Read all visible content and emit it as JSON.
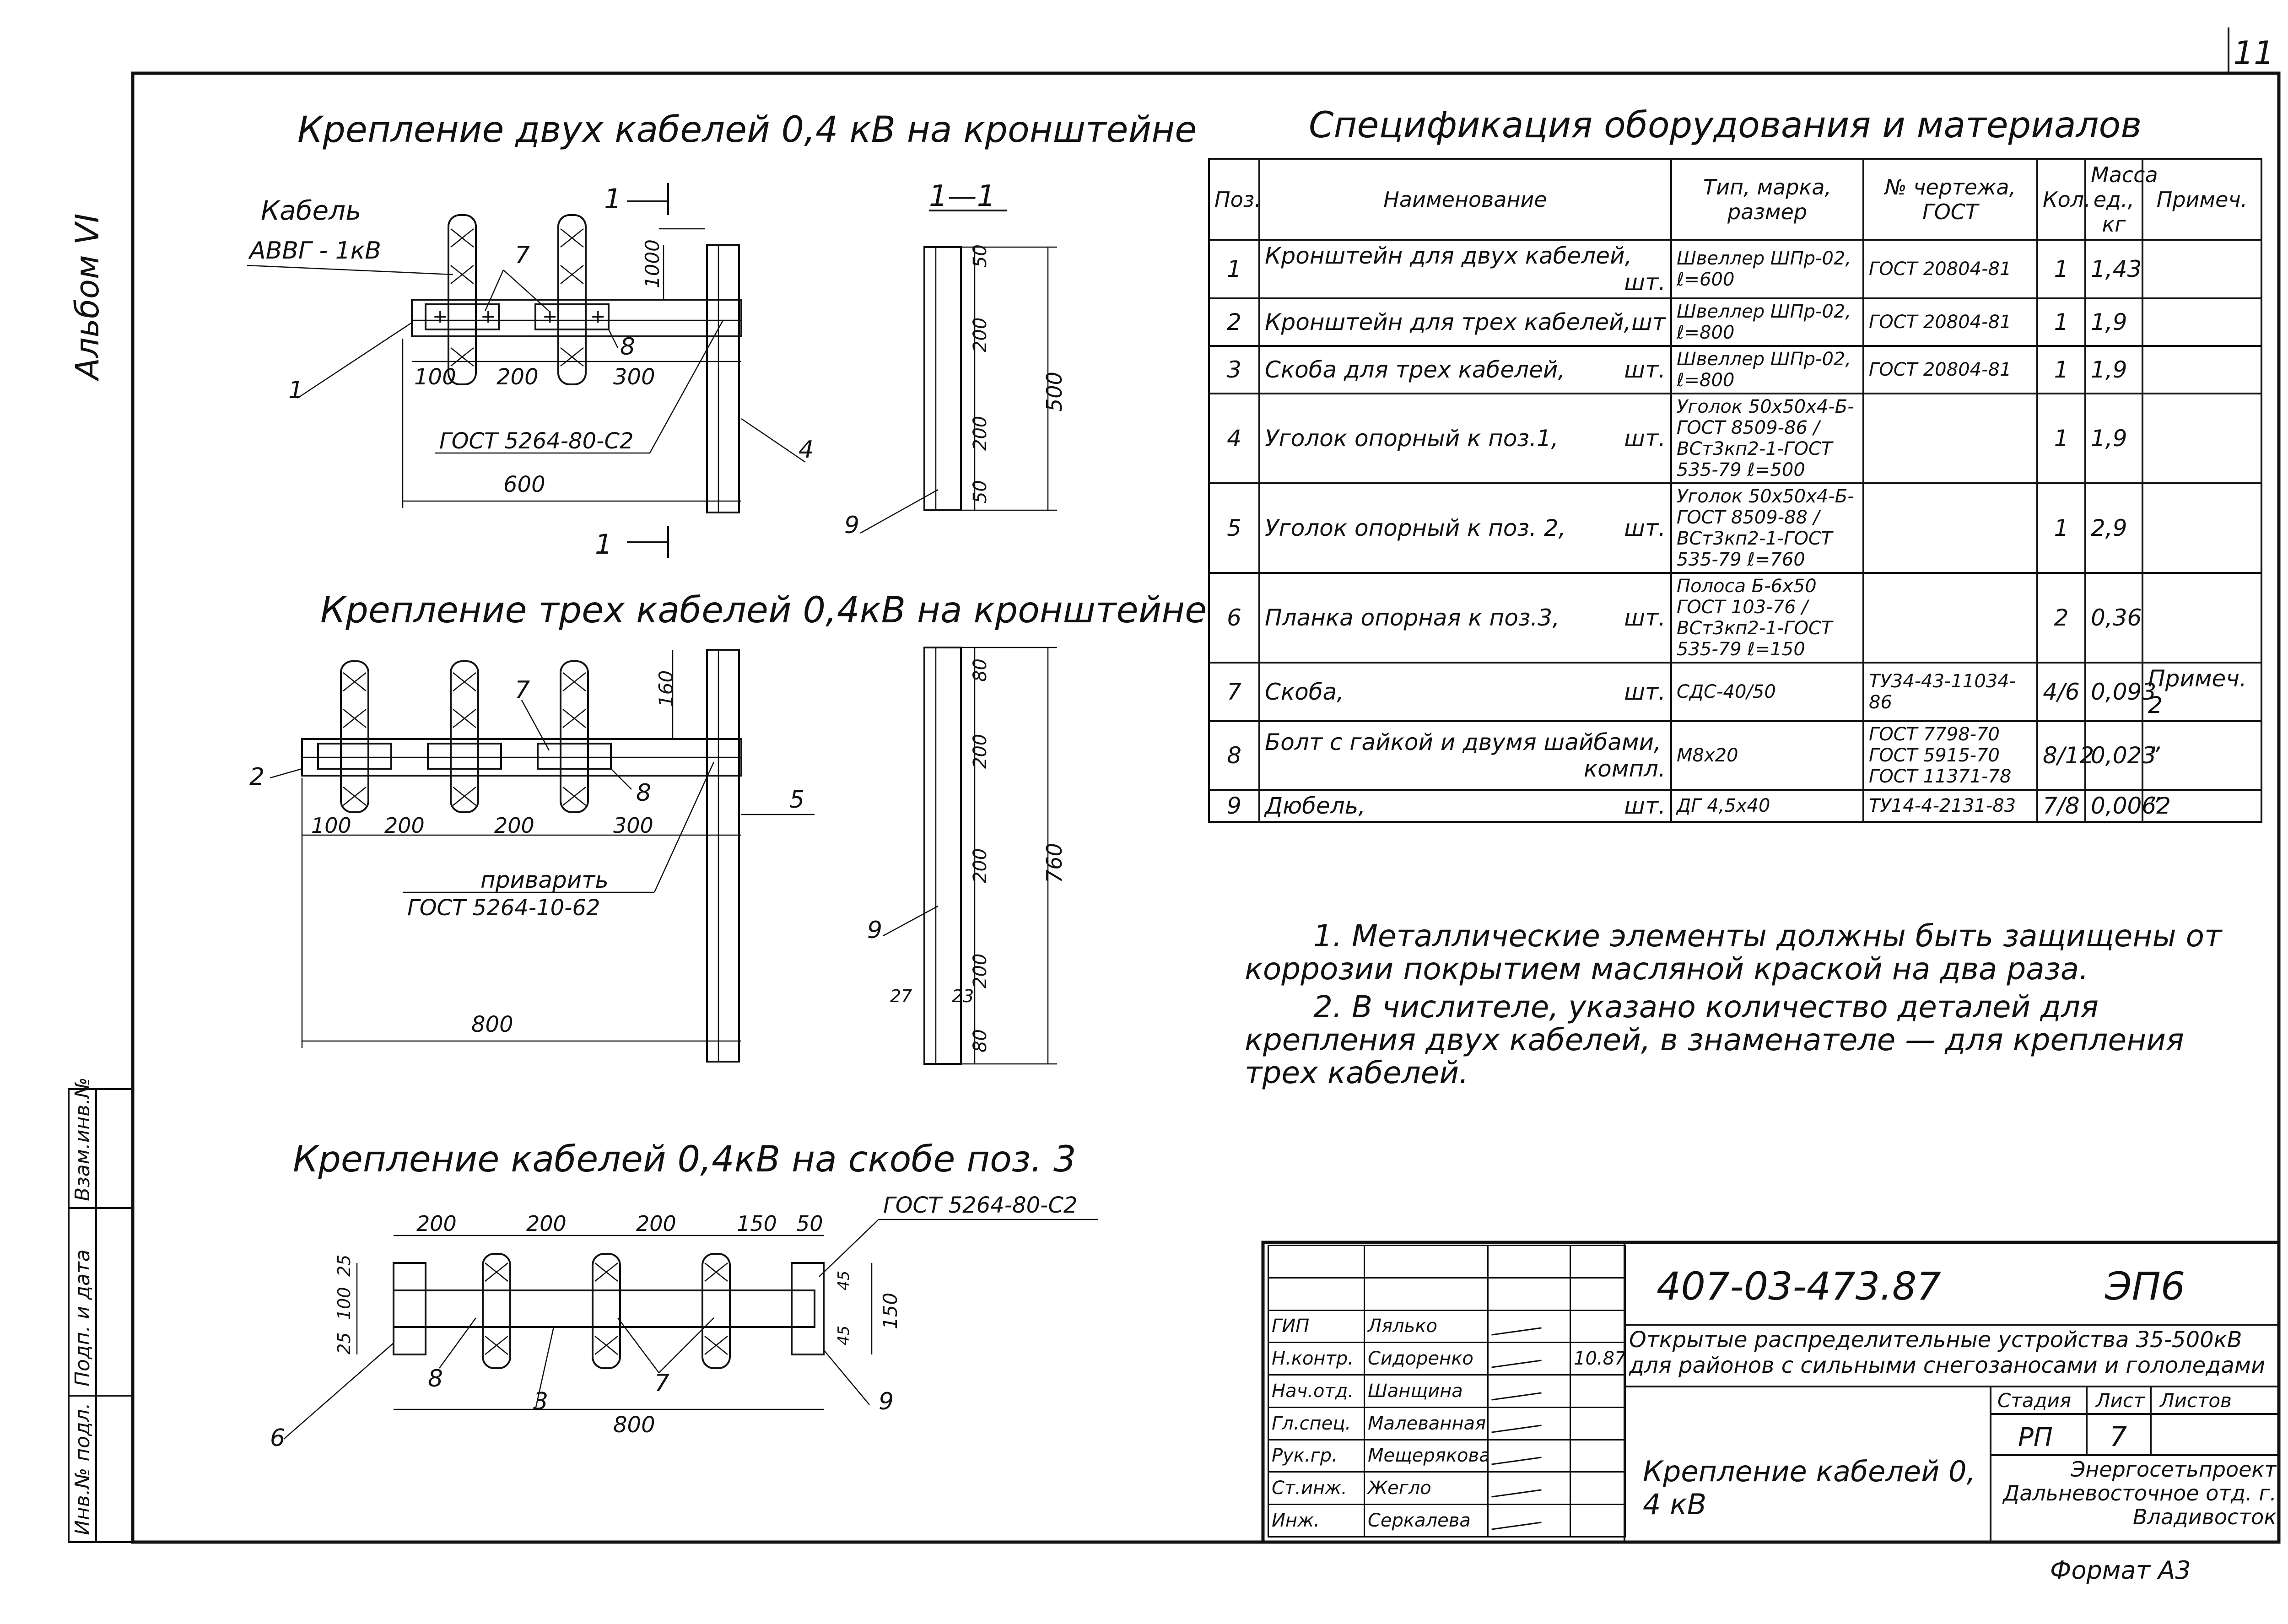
{
  "sheet_number": "11",
  "album_label": "Альбом VI",
  "side_stamp": {
    "inv_podl": "Инв.№ подл.",
    "podp_data": "Подп. и дата",
    "vzam_inv": "Взам.инв.№"
  },
  "views": {
    "view1": {
      "title": "Крепление двух кабелей 0,4 кВ на кронштейне",
      "cable_label": "Кабель",
      "cable_type": "АВВГ - 1кВ",
      "dims": [
        "100",
        "200",
        "300",
        "600",
        "1000"
      ],
      "gost": "ГОСТ 5264-80-С2",
      "callouts": [
        "1",
        "7",
        "8",
        "4"
      ],
      "section_mark": "1—1",
      "section_tag_top": "1",
      "section_tag_bottom": "1"
    },
    "section11": {
      "dims": [
        "50",
        "200",
        "200",
        "50",
        "500"
      ],
      "callouts": [
        "9"
      ]
    },
    "view2": {
      "title": "Крепление трех кабелей 0,4кВ на кронштейне",
      "dims": [
        "100",
        "200",
        "200",
        "300",
        "800",
        "160"
      ],
      "weld_note": "приварить",
      "gost": "ГОСТ 5264-10-62",
      "callouts": [
        "2",
        "7",
        "8",
        "5"
      ]
    },
    "section2": {
      "dims": [
        "80",
        "200",
        "200",
        "200",
        "80",
        "760",
        "27",
        "23"
      ],
      "callouts": [
        "9"
      ]
    },
    "view3": {
      "title": "Крепление кабелей 0,4кВ на скобе   поз. 3",
      "dims": [
        "200",
        "200",
        "200",
        "150",
        "50",
        "25",
        "100",
        "25",
        "45",
        "45",
        "150",
        "800"
      ],
      "gost": "ГОСТ 5264-80-С2",
      "callouts": [
        "6",
        "8",
        "3",
        "7",
        "9"
      ]
    }
  },
  "spec": {
    "title": "Спецификация оборудования и материалов",
    "headers": [
      "Поз.",
      "Наименование",
      "Тип, марка, размер",
      "№ чертежа, ГОСТ",
      "Кол.",
      "Масса ед., кг",
      "Примеч."
    ],
    "rows": [
      {
        "pos": "1",
        "name": "Кронштейн для двух кабелей,",
        "unit": "шт.",
        "type": "Швеллер ШПр-02, ℓ=600",
        "doc": "ГОСТ 20804-81",
        "qty": "1",
        "mass": "1,43",
        "note": ""
      },
      {
        "pos": "2",
        "name": "Кронштейн для трех кабелей,",
        "unit": "шт",
        "type": "Швеллер ШПр-02, ℓ=800",
        "doc": "ГОСТ 20804-81",
        "qty": "1",
        "mass": "1,9",
        "note": ""
      },
      {
        "pos": "3",
        "name": "Скоба для трех кабелей,",
        "unit": "шт.",
        "type": "Швеллер ШПр-02, ℓ=800",
        "doc": "ГОСТ 20804-81",
        "qty": "1",
        "mass": "1,9",
        "note": ""
      },
      {
        "pos": "4",
        "name": "Уголок опорный к поз.1,",
        "unit": "шт.",
        "type": "Уголок 50х50х4-Б-ГОСТ 8509-86 / ВСт3кп2-1-ГОСТ 535-79 ℓ=500",
        "doc": "",
        "qty": "1",
        "mass": "1,9",
        "note": ""
      },
      {
        "pos": "5",
        "name": "Уголок опорный к поз. 2,",
        "unit": "шт.",
        "type": "Уголок 50х50х4-Б-ГОСТ 8509-88 / ВСт3кп2-1-ГОСТ 535-79 ℓ=760",
        "doc": "",
        "qty": "1",
        "mass": "2,9",
        "note": ""
      },
      {
        "pos": "6",
        "name": "Планка опорная к поз.3,",
        "unit": "шт.",
        "type": "Полоса Б-6х50 ГОСТ 103-76 / ВСт3кп2-1-ГОСТ 535-79 ℓ=150",
        "doc": "",
        "qty": "2",
        "mass": "0,36",
        "note": ""
      },
      {
        "pos": "7",
        "name": "Скоба,",
        "unit": "шт.",
        "type": "СДС-40/50",
        "doc": "ТУ34-43-11034-86",
        "qty": "4/6",
        "mass": "0,093",
        "note": "Примеч. 2"
      },
      {
        "pos": "8",
        "name": "Болт с гайкой и двумя шайбами,",
        "unit": "компл.",
        "type": "М8х20",
        "doc": "ГОСТ 7798-70 ГОСТ 5915-70 ГОСТ 11371-78",
        "qty": "8/12",
        "mass": "0,023",
        "note": "”"
      },
      {
        "pos": "9",
        "name": "Дюбель,",
        "unit": "шт.",
        "type": "ДГ 4,5х40",
        "doc": "ТУ14-4-2131-83",
        "qty": "7/8",
        "mass": "0,0062",
        "note": "”"
      }
    ]
  },
  "notes": [
    "1. Металлические элементы должны быть защищены от коррозии покрытием масляной краской на два раза.",
    "2. В числителе, указано количество деталей для крепления двух кабелей, в знаменателе — для крепления трех кабелей."
  ],
  "title_block": {
    "code": "407-03-473.87",
    "sheet_code": "ЭП6",
    "project_title": "Открытые распределительные устройства 35-500кВ для районов с сильными снегозаносами и гололедами",
    "drawing_title": "Крепление кабелей 0, 4 кВ",
    "stage_label": "Стадия",
    "sheet_label": "Лист",
    "sheets_label": "Листов",
    "stage": "РП",
    "sheet": "7",
    "sheets": "",
    "org": "Энергосетьпроект Дальневосточное отд. г. Владивосток",
    "date": "10.87",
    "roles": [
      {
        "role": "ГИП",
        "name": "Лялько"
      },
      {
        "role": "Н.контр.",
        "name": "Сидоренко"
      },
      {
        "role": "Нач.отд.",
        "name": "Шанщина"
      },
      {
        "role": "Гл.спец.",
        "name": "Малеванная"
      },
      {
        "role": "Рук.гр.",
        "name": "Мещерякова"
      },
      {
        "role": "Ст.инж.",
        "name": "Жегло"
      },
      {
        "role": "Инж.",
        "name": "Серкалева"
      }
    ]
  },
  "format_label": "Формат А3"
}
